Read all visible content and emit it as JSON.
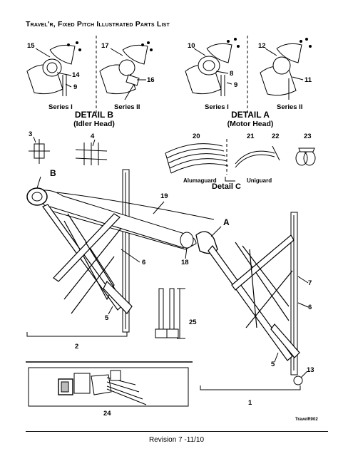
{
  "title": "Travel'r, Fixed Pitch Illustrated Parts List",
  "details": {
    "b": {
      "series1": "Series I",
      "series2": "Series II",
      "name": "DETAIL B",
      "sub": "(Idler Head)"
    },
    "a": {
      "series1": "Series I",
      "series2": "Series II",
      "name": "DETAIL A",
      "sub": "(Motor Head)"
    },
    "c": {
      "alumaguard": "Alumaguard",
      "uniguard": "Uniguard",
      "name": "Detail C"
    }
  },
  "callouts": {
    "n1": "1",
    "n2": "2",
    "n3": "3",
    "n4": "4",
    "n5a": "5",
    "n5b": "5",
    "n6a": "6",
    "n6b": "6",
    "n7": "7",
    "n8": "8",
    "n9a": "9",
    "n9b": "9",
    "n10": "10",
    "n11": "11",
    "n12": "12",
    "n13": "13",
    "n14": "14",
    "n15": "15",
    "n16": "16",
    "n17": "17",
    "n18": "18",
    "n19": "19",
    "n20": "20",
    "n21": "21",
    "n22": "22",
    "n23": "23",
    "n24": "24",
    "n25": "25",
    "letterA": "A",
    "letterB": "B"
  },
  "drawing_ref": "TravelR002",
  "footer": "Revision 7 -11/10"
}
